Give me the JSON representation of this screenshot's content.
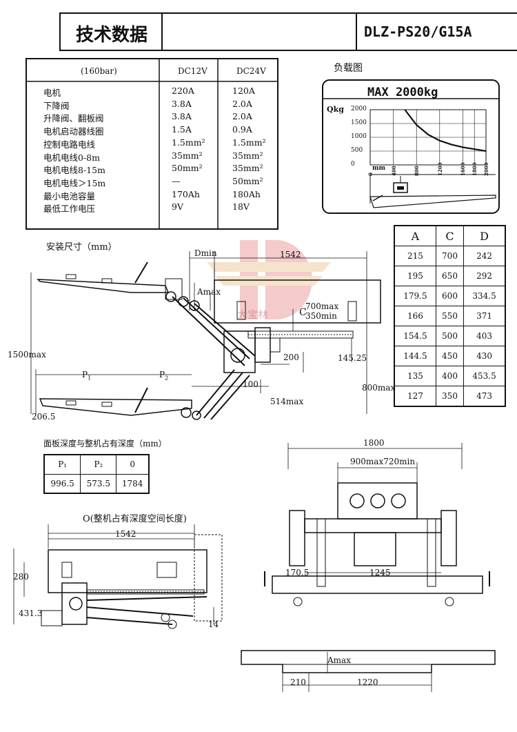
{
  "header": {
    "title": "技术数据",
    "model": "DLZ-PS20/G15A"
  },
  "spec_table": {
    "col_headers": [
      "(160bar)",
      "DC12V",
      "DC24V"
    ],
    "rows": [
      {
        "label": "电机",
        "dc12": "220A",
        "dc24": "120A"
      },
      {
        "label": "下降阀",
        "dc12": "3.8A",
        "dc24": "2.0A"
      },
      {
        "label": "升降阀、翻板阀",
        "dc12": "3.8A",
        "dc24": "2.0A"
      },
      {
        "label": "电机启动器线圈",
        "dc12": "1.5A",
        "dc24": "0.9A"
      },
      {
        "label": "控制电路电线",
        "dc12": "1.5mm²",
        "dc24": "1.5mm²"
      },
      {
        "label": "电机电线0-8m",
        "dc12": "35mm²",
        "dc24": "35mm²"
      },
      {
        "label": "电机电线8-15m",
        "dc12": "50mm²",
        "dc24": "35mm²"
      },
      {
        "label": "电机电线＞15m",
        "dc12": "—",
        "dc24": "50mm²"
      },
      {
        "label": "最小电池容量",
        "dc12": "170Ah",
        "dc24": "180Ah"
      },
      {
        "label": "最低工作电压",
        "dc12": "9V",
        "dc24": "18V"
      }
    ]
  },
  "load_chart": {
    "section_title": "负载图",
    "banner": "MAX 2000kg",
    "y_axis_label": "Qkg",
    "y_ticks": [
      "2000",
      "1500",
      "1000",
      "500",
      "0"
    ],
    "x_unit": "mm",
    "x_ticks": [
      "0",
      "400",
      "800",
      "1200",
      "1600",
      "1800",
      "2000"
    ]
  },
  "chart_data": {
    "type": "line",
    "title": "MAX 2000kg",
    "xlabel": "mm",
    "ylabel": "Qkg",
    "xlim": [
      0,
      2000
    ],
    "ylim": [
      0,
      2000
    ],
    "grid": true,
    "series": [
      {
        "x": [
          600,
          700,
          800,
          1000,
          1200,
          1400,
          1600,
          1800,
          2000
        ],
        "y": [
          2000,
          1720,
          1450,
          1100,
          880,
          740,
          640,
          570,
          500
        ]
      }
    ]
  },
  "abcd_table": {
    "headers": [
      "A",
      "C",
      "D"
    ],
    "rows": [
      [
        "215",
        "700",
        "242"
      ],
      [
        "195",
        "650",
        "292"
      ],
      [
        "179.5",
        "600",
        "334.5"
      ],
      [
        "166",
        "550",
        "371"
      ],
      [
        "154.5",
        "500",
        "403"
      ],
      [
        "144.5",
        "450",
        "430"
      ],
      [
        "135",
        "400",
        "453.5"
      ],
      [
        "127",
        "350",
        "473"
      ]
    ]
  },
  "install": {
    "title": "安装尺寸（mm）",
    "dims": {
      "dmin": "Dmin",
      "d1542": "1542",
      "amax": "Amax",
      "c": "C",
      "c700": "700max",
      "c350": "350min",
      "h1500": "1500max",
      "p1": "P",
      "p2": "P",
      "sub1": "1",
      "sub2": "2",
      "d200": "200",
      "d14525": "145.25",
      "d100": "100",
      "d800": "800max",
      "d514": "514max",
      "d2065": "206.5"
    },
    "watermark": "大宝林"
  },
  "depth_table": {
    "title": "面板深度与整机占有深度（mm）",
    "headers": [
      "P₁",
      "P₂",
      "0"
    ],
    "values": [
      "996.5",
      "573.5",
      "1784"
    ]
  },
  "side_view": {
    "title": "O(整机占有深度空间长度)",
    "dims": {
      "d1542": "1542",
      "d280": "280",
      "d4313": "431.3",
      "d14": "14"
    }
  },
  "rear_view": {
    "dims": {
      "d1800": "1800",
      "d900": "900max720min",
      "d1705": "170.5",
      "d1245": "1245"
    }
  },
  "bottom_view": {
    "dims": {
      "amax": "Amax",
      "d210": "210",
      "d1220": "1220"
    }
  }
}
